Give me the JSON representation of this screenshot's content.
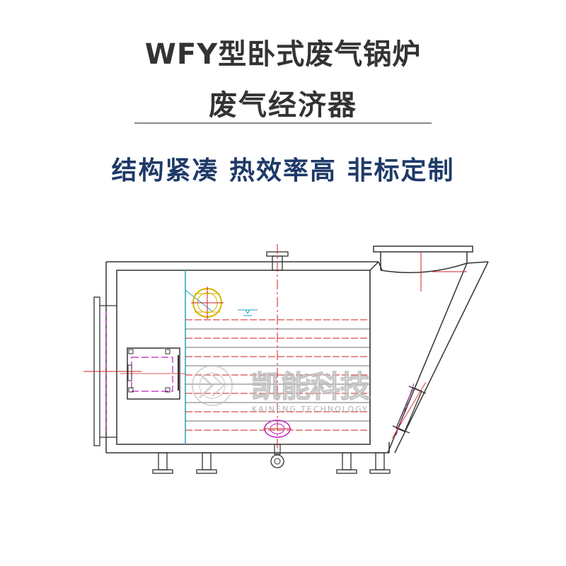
{
  "header": {
    "title_line1": "WFY型卧式废气锅炉",
    "title_line2": "废气经济器",
    "tagline": "结构紧凑 热效率高 非标定制"
  },
  "watermark": {
    "company_cn": "凯能科技",
    "company_en": "KAINENG TECHNOLOGY"
  },
  "colors": {
    "title": "#333333",
    "tagline": "#1f3a68",
    "outline": "#333333",
    "tube_red": "#d22020",
    "centerline_magenta": "#c020c0",
    "flange_yellow": "#d8b400",
    "cyan": "#20a0c0"
  }
}
